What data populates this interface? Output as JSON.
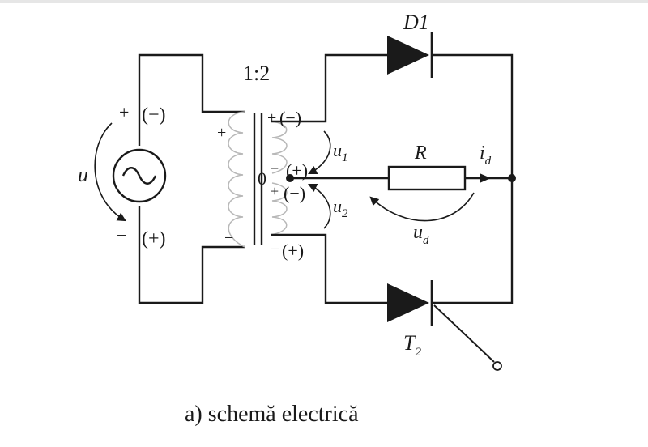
{
  "diagram": {
    "ratio": "1:2",
    "diode_label": "D1",
    "thyristor": {
      "main": "T",
      "sub": "2"
    },
    "resistor_label": "R",
    "current": {
      "main": "i",
      "sub": "d"
    },
    "ud": {
      "main": "u",
      "sub": "d"
    },
    "u1": {
      "main": "u",
      "sub": "1"
    },
    "u2": {
      "main": "u",
      "sub": "2"
    },
    "source_u": "u",
    "zero": "0",
    "plus": "+",
    "minus": "−",
    "paren_minus": "(−)",
    "paren_plus": "(+)",
    "caption": "a) schemă electrică"
  }
}
